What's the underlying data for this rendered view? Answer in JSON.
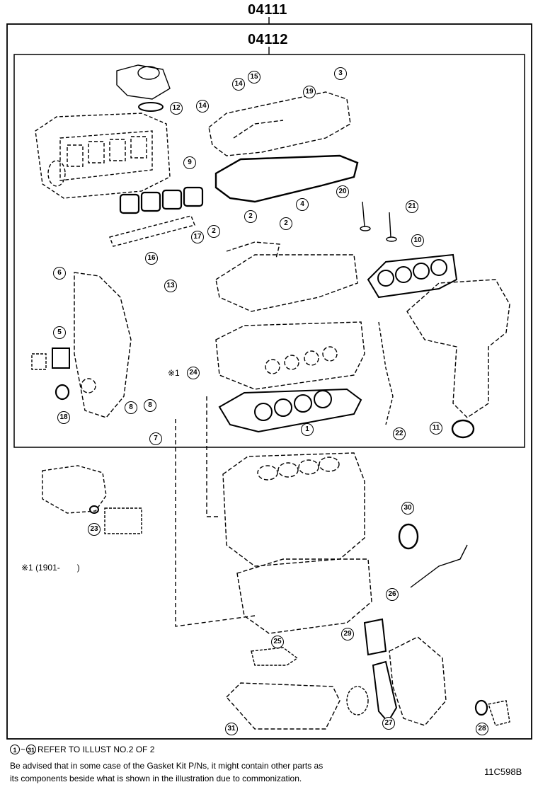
{
  "header": {
    "outer_code": "04111",
    "inner_code": "04112"
  },
  "note_variant": "※1 (1901-　　)",
  "note_variant_mark": "※1",
  "refer": {
    "from": "1",
    "to": "31",
    "text": "REFER TO ILLUST NO.2 OF 2"
  },
  "disclaimer": {
    "line1": "Be advised that in some case of the Gasket Kit P/Ns,  it might contain other parts as",
    "line2": "its components beside what is shown in the illustration due to commonization."
  },
  "illustration_code": "11C598B",
  "callouts": [
    "1",
    "2",
    "2",
    "2",
    "3",
    "4",
    "5",
    "6",
    "7",
    "8",
    "8",
    "9",
    "10",
    "11",
    "12",
    "13",
    "14",
    "14",
    "15",
    "16",
    "17",
    "18",
    "19",
    "20",
    "21",
    "22",
    "23",
    "24",
    "25",
    "26",
    "27",
    "28",
    "29",
    "30",
    "31"
  ]
}
